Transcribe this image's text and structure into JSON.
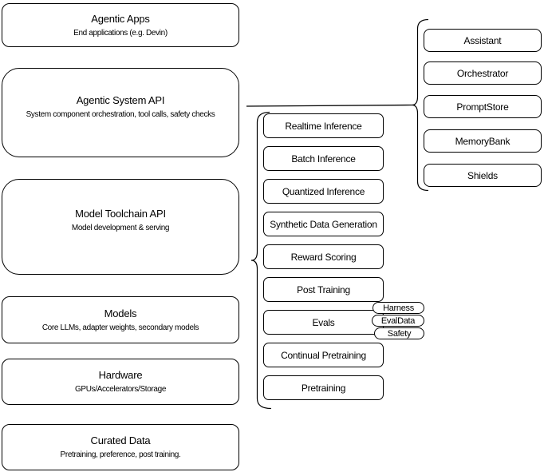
{
  "diagram": {
    "left_stack": [
      {
        "title": "Agentic Apps",
        "subtitle": "End applications (e.g. Devin)"
      },
      {
        "title": "Agentic System API",
        "subtitle": "System component orchestration, tool calls, safety checks"
      },
      {
        "title": "Model Toolchain API",
        "subtitle": "Model development & serving"
      },
      {
        "title": "Models",
        "subtitle": "Core LLMs, adapter weights, secondary models"
      },
      {
        "title": "Hardware",
        "subtitle": "GPUs/Accelerators/Storage"
      },
      {
        "title": "Curated Data",
        "subtitle": "Pretraining, preference, post training."
      }
    ],
    "toolchain_items": [
      "Realtime Inference",
      "Batch Inference",
      "Quantized Inference",
      "Synthetic Data Generation",
      "Reward Scoring",
      "Post Training",
      "Evals",
      "Continual Pretraining",
      "Pretraining"
    ],
    "evals_sub_items": [
      "Harness",
      "EvalData",
      "Safety"
    ],
    "system_components": [
      "Assistant",
      "Orchestrator",
      "PromptStore",
      "MemoryBank",
      "Shields"
    ],
    "colors": {
      "stroke": "#000000",
      "background": "#ffffff",
      "text": "#000000"
    }
  }
}
